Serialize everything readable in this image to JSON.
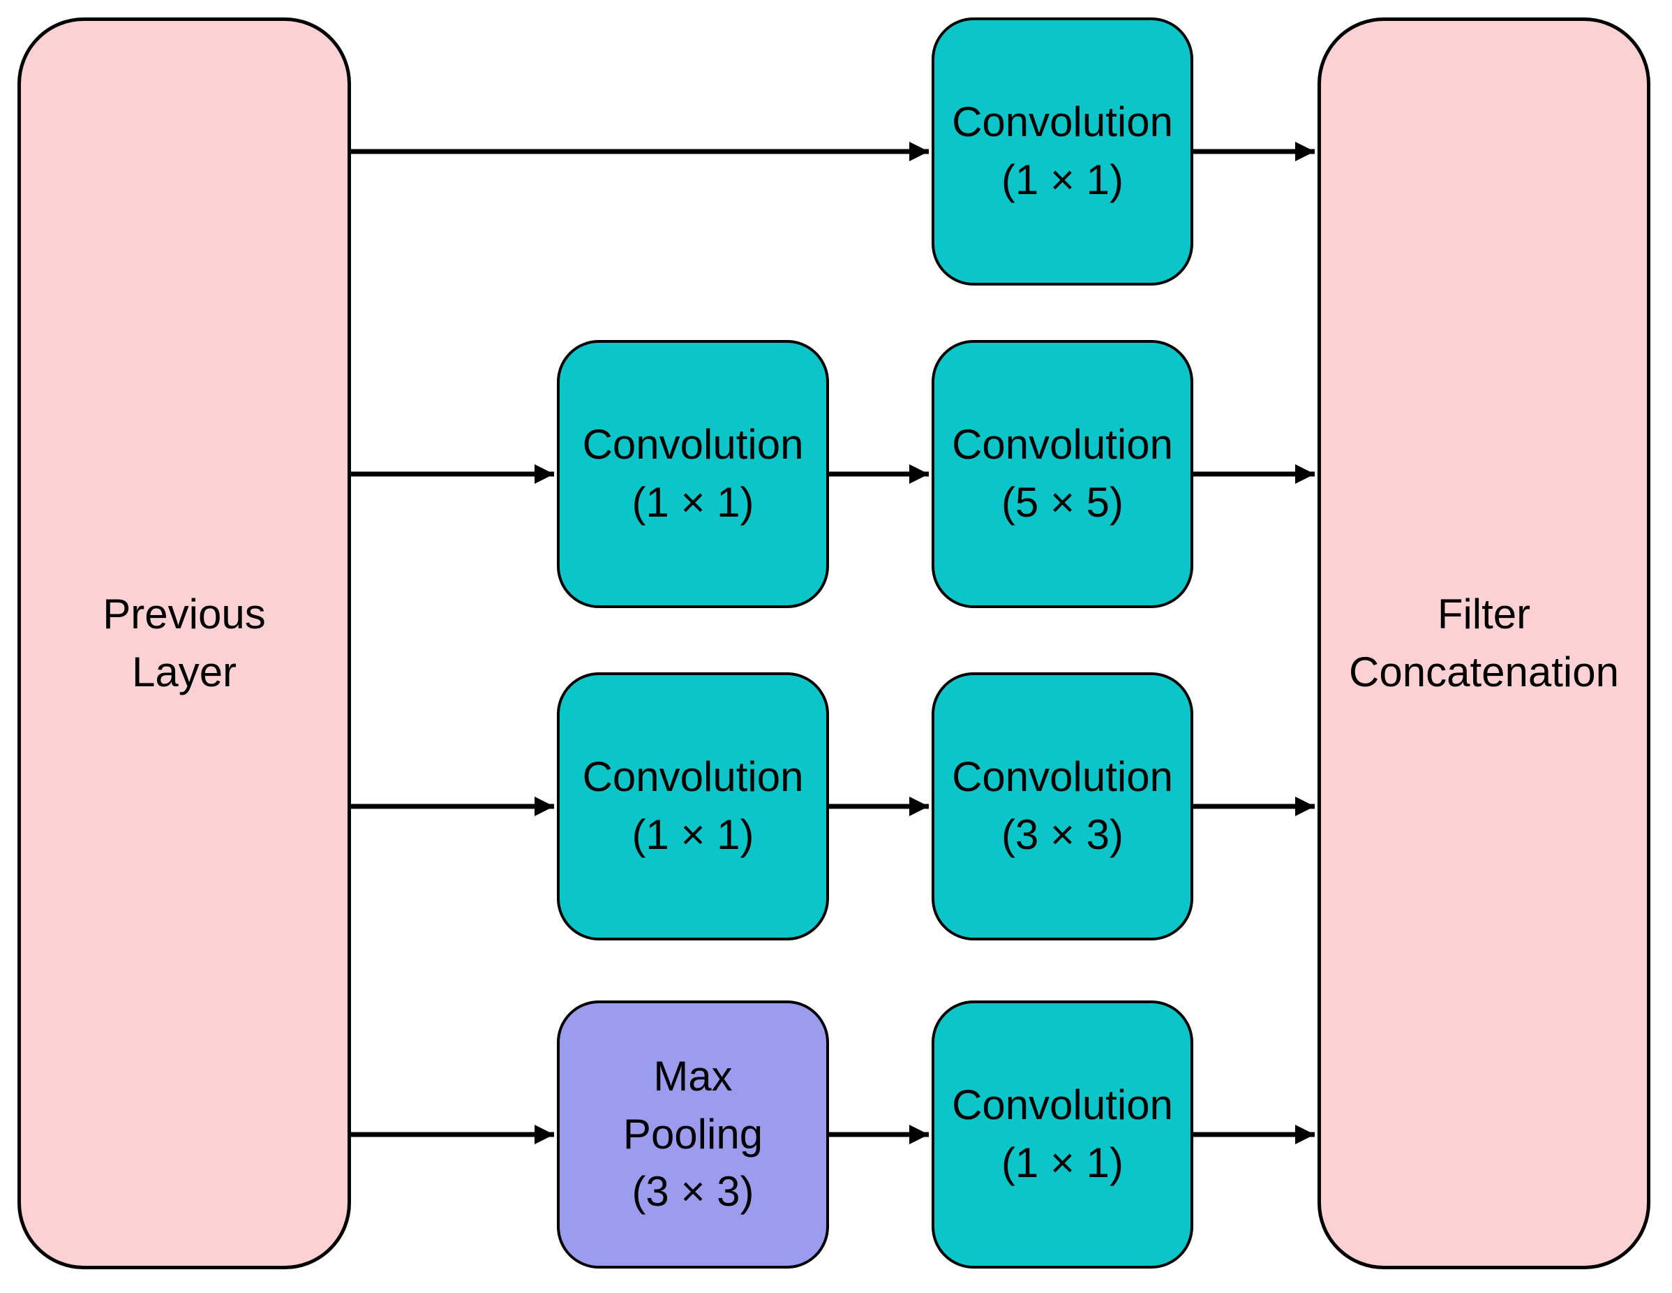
{
  "colors": {
    "background": "#FFFFFF",
    "layer_fill": "#FBD1D4",
    "conv_fill": "#0CC5C9",
    "pool_fill": "#9C9CEE",
    "stroke": "#000000",
    "text": "#000000"
  },
  "input_node": {
    "role": "layer",
    "lines": [
      "Previous",
      "Layer"
    ]
  },
  "output_node": {
    "role": "layer",
    "lines": [
      "Filter",
      "Concatenation"
    ]
  },
  "branches": [
    {
      "boxes": [
        {
          "role": "conv",
          "lines": [
            "Convolution",
            "(1 × 1)"
          ]
        }
      ]
    },
    {
      "boxes": [
        {
          "role": "conv",
          "lines": [
            "Convolution",
            "(1 × 1)"
          ]
        },
        {
          "role": "conv",
          "lines": [
            "Convolution",
            "(5 × 5)"
          ]
        }
      ]
    },
    {
      "boxes": [
        {
          "role": "conv",
          "lines": [
            "Convolution",
            "(1 × 1)"
          ]
        },
        {
          "role": "conv",
          "lines": [
            "Convolution",
            "(3 × 3)"
          ]
        }
      ]
    },
    {
      "boxes": [
        {
          "role": "pool",
          "lines": [
            "Max",
            "Pooling",
            "(3 × 3)"
          ]
        },
        {
          "role": "conv",
          "lines": [
            "Convolution",
            "(1 × 1)"
          ]
        }
      ]
    }
  ]
}
